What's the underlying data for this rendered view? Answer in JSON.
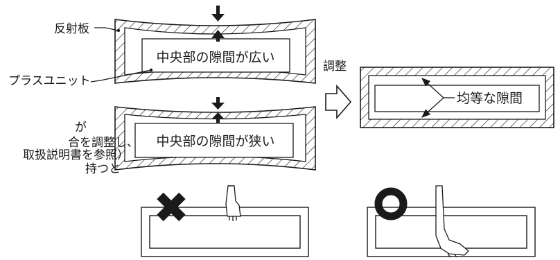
{
  "labels": {
    "reflector": "反射板",
    "plus_unit": "プラスユニット",
    "adjust": "調整",
    "center_gap_wide": "中央部の隙間が広い",
    "center_gap_narrow": "中央部の隙間が狭い",
    "even_gap": "均等な隙間"
  },
  "side_text": {
    "line1": "が",
    "line2": "合を調整し、",
    "line3": "取扱説明書を参照）",
    "line4": "持つと"
  },
  "marks": {
    "wrong": "✖",
    "right": "◯"
  }
}
